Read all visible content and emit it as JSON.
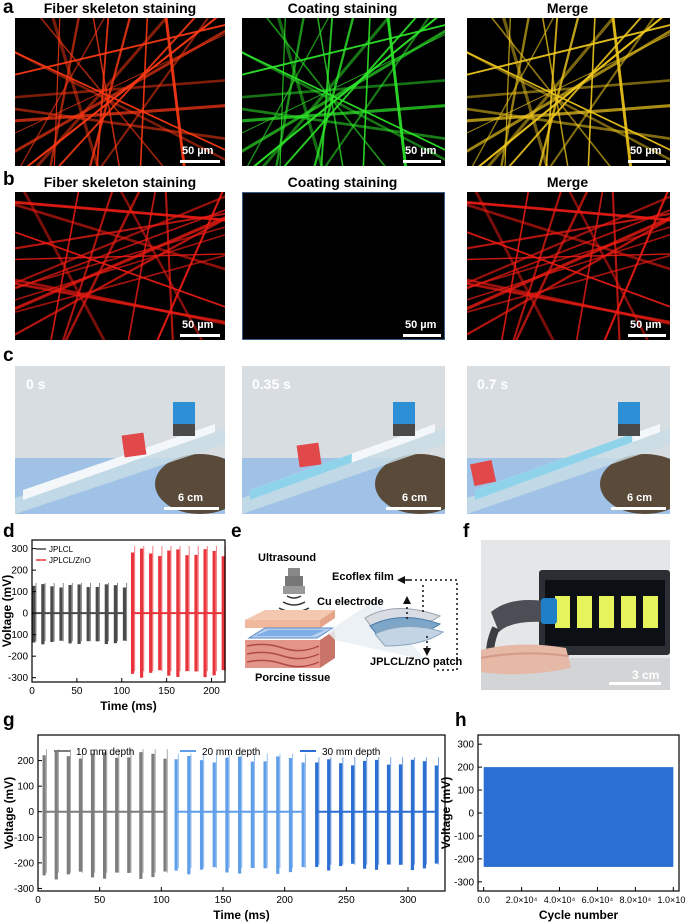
{
  "panel_labels": {
    "a": "a",
    "b": "b",
    "c": "c",
    "d": "d",
    "e": "e",
    "f": "f",
    "g": "g",
    "h": "h"
  },
  "row_a": {
    "titles": [
      "Fiber skeleton staining",
      "Coating staining",
      "Merge"
    ],
    "scale_bar": "50 µm",
    "colors": [
      "#ff3a14",
      "#2ee82a",
      "#f0c81e"
    ]
  },
  "row_b": {
    "titles": [
      "Fiber skeleton staining",
      "Coating staining",
      "Merge"
    ],
    "scale_bar": "50 µm",
    "colors": [
      "#ee1c14",
      "#000000",
      "#ee1c14"
    ]
  },
  "row_c": {
    "times": [
      "0 s",
      "0.35 s",
      "0.7 s"
    ],
    "scale_bar": "6 cm"
  },
  "panel_e": {
    "ultrasound": "Ultrasound",
    "ecoflex": "Ecoflex film",
    "cu": "Cu electrode",
    "patch": "JPLCL/ZnO patch",
    "tissue": "Porcine tissue"
  },
  "panel_f": {
    "scale_bar": "3 cm"
  },
  "chart_data": [
    {
      "id": "d",
      "type": "line",
      "xlabel": "Time (ms)",
      "ylabel": "Voltage (mV)",
      "xlim": [
        0,
        215
      ],
      "ylim": [
        -320,
        340
      ],
      "xticks": [
        0,
        50,
        100,
        150,
        200
      ],
      "yticks": [
        -300,
        -200,
        -100,
        0,
        100,
        200,
        300
      ],
      "legend_position": "top-left",
      "series": [
        {
          "name": "JPLCL",
          "color": "#4a4a4a",
          "x_start": 2,
          "x_end": 103,
          "pulses": 11,
          "max": 135,
          "min": -145
        },
        {
          "name": "JPLCL/ZnO",
          "color": "#e8343a",
          "x_start": 112,
          "x_end": 213,
          "pulses": 11,
          "max": 300,
          "min": -300
        }
      ]
    },
    {
      "id": "g",
      "type": "line",
      "xlabel": "Time (ms)",
      "ylabel": "Voltage (mV)",
      "xlim": [
        0,
        330
      ],
      "ylim": [
        -310,
        300
      ],
      "xticks": [
        0,
        50,
        100,
        150,
        200,
        250,
        300
      ],
      "yticks": [
        -300,
        -200,
        -100,
        0,
        100,
        200
      ],
      "legend_position": "top",
      "series": [
        {
          "name": "10 mm depth",
          "color": "#7d7d7d",
          "x_start": 5,
          "x_end": 103,
          "pulses": 11,
          "max": 235,
          "min": -265
        },
        {
          "name": "20 mm depth",
          "color": "#5f9ee8",
          "x_start": 112,
          "x_end": 215,
          "pulses": 11,
          "max": 218,
          "min": -245
        },
        {
          "name": "30 mm depth",
          "color": "#2a6fd1",
          "x_start": 226,
          "x_end": 323,
          "pulses": 11,
          "max": 205,
          "min": -230
        }
      ]
    },
    {
      "id": "h",
      "type": "area",
      "xlabel": "Cycle number",
      "ylabel": "Voltage (mV)",
      "xlim": [
        -3000,
        103000
      ],
      "ylim": [
        -340,
        340
      ],
      "xtick_values": [
        0,
        20000,
        40000,
        60000,
        80000,
        100000
      ],
      "xtick_labels": [
        "0.0",
        "2.0×10⁴",
        "4.0×10⁴",
        "6.0×10⁴",
        "8.0×10⁴",
        "1.0×10⁵"
      ],
      "yticks": [
        -300,
        -200,
        -100,
        0,
        100,
        200,
        300
      ],
      "series": [
        {
          "color": "#2a6fd1",
          "x_start": 0,
          "x_end": 100000,
          "max": 200,
          "min": -235
        }
      ]
    }
  ]
}
